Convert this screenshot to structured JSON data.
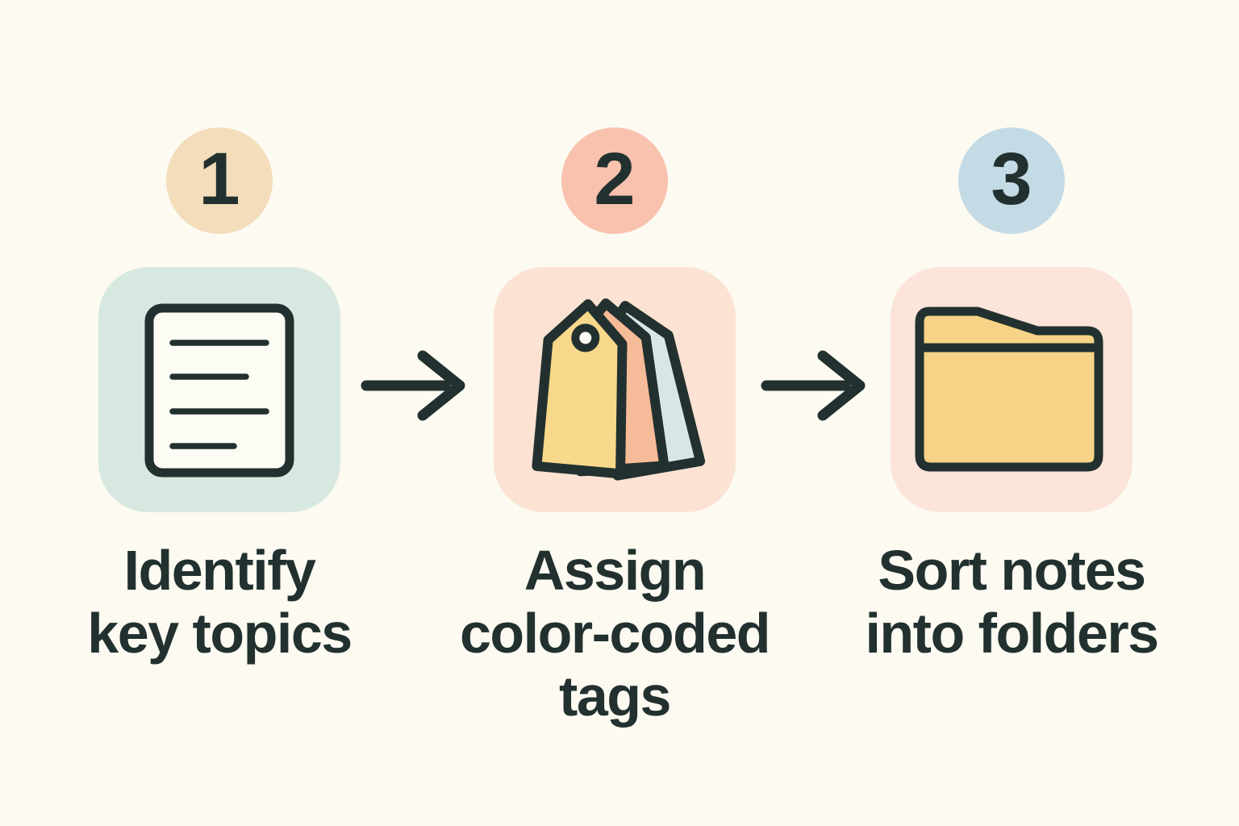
{
  "infographic": {
    "type": "three-step-process",
    "steps": [
      {
        "number": "1",
        "icon": "document-icon",
        "label": "Identify\nkey topics"
      },
      {
        "number": "2",
        "icon": "tags-icon",
        "label": "Assign\ncolor-coded\ntags"
      },
      {
        "number": "3",
        "icon": "folder-icon",
        "label": "Sort notes\ninto folders"
      }
    ],
    "connector": "right-arrow"
  },
  "colors": {
    "bg": "#fcfaf1",
    "ink": "#22312f",
    "circle-step1": "#f3ddba",
    "circle-step2": "#f9c2ae",
    "circle-step3": "#c4dbe6",
    "box-step1": "#d6e8df",
    "box-step2": "#fce2d2",
    "box-step3": "#fce4da",
    "doc-fill": "#fdfcf4",
    "tag-yellow": "#f8d88a",
    "tag-orange": "#f6bb98",
    "tag-blue": "#d6e7e5",
    "folder-yellow": "#f6d386"
  }
}
